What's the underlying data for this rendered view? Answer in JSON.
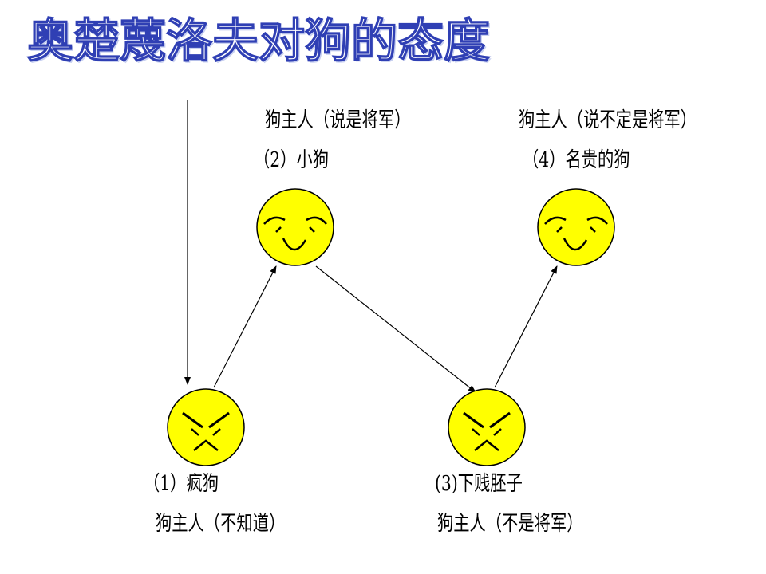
{
  "title": "奥楚蔑洛夫对狗的态度",
  "colors": {
    "title_outline": "#2f3fb4",
    "face_fill": "#ffff00",
    "face_stroke": "#000000",
    "arrow": "#000000"
  },
  "nodes": [
    {
      "id": "happy-top-left",
      "mood": "smiling",
      "line1": "狗主人（说是将军）",
      "line2": "（2）小狗"
    },
    {
      "id": "happy-top-right",
      "mood": "smiling",
      "line1": "狗主人（说不定是将军）",
      "line2": "（4）名贵的狗"
    },
    {
      "id": "angry-bottom-left",
      "mood": "angry",
      "line1": "（1）疯狗",
      "line2": "狗主人（不知道）"
    },
    {
      "id": "angry-bottom-right",
      "mood": "angry",
      "line1": "(3)下贱胚子",
      "line2": "狗主人（不是将军）"
    }
  ],
  "flow": [
    "（1）疯狗",
    "（2）小狗",
    "(3)下贱胚子",
    "（4）名贵的狗"
  ]
}
